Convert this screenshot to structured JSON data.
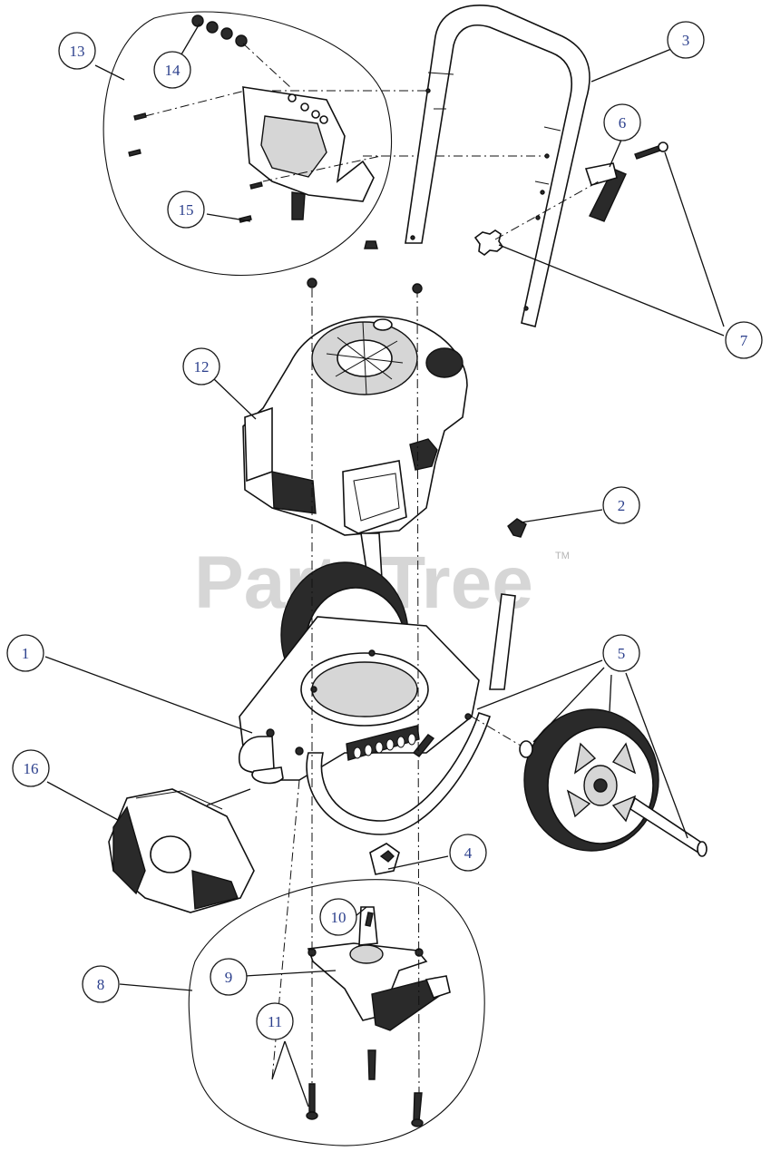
{
  "watermark": {
    "text": "PartsTree",
    "trademark": "TM"
  },
  "callouts": [
    {
      "label": "1"
    },
    {
      "label": "2"
    },
    {
      "label": "3"
    },
    {
      "label": "4"
    },
    {
      "label": "5"
    },
    {
      "label": "6"
    },
    {
      "label": "7"
    },
    {
      "label": "8"
    },
    {
      "label": "9"
    },
    {
      "label": "10"
    },
    {
      "label": "11"
    },
    {
      "label": "12"
    },
    {
      "label": "13"
    },
    {
      "label": "14"
    },
    {
      "label": "15"
    },
    {
      "label": "16"
    }
  ],
  "colors": {
    "callout_text": "#2b3f8c",
    "line": "#111111",
    "watermark": "#c9c9c9"
  }
}
